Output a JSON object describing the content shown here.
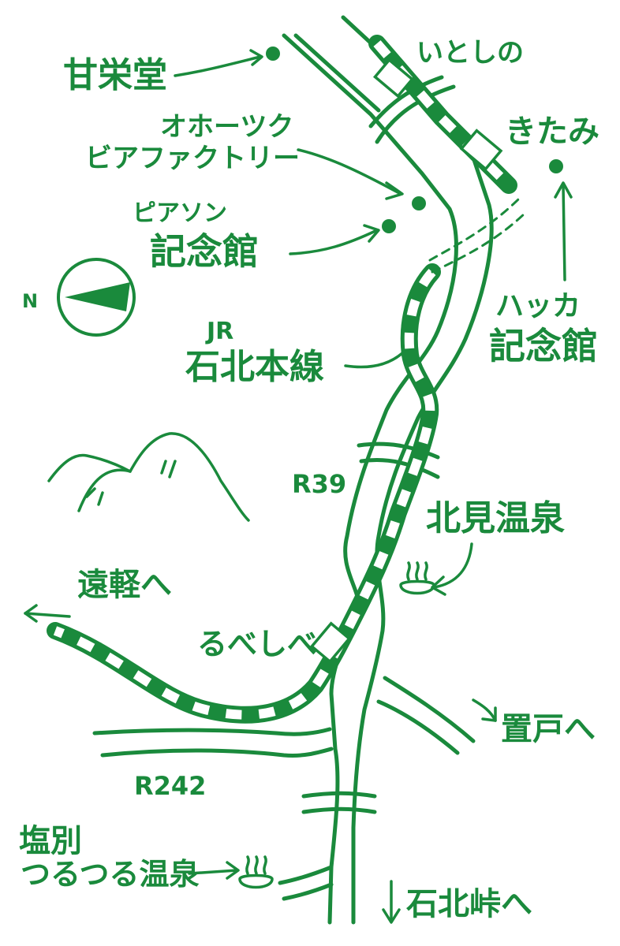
{
  "colors": {
    "ink": "#1a8a3c",
    "paper": "#ffffff"
  },
  "compass": {
    "label": "N"
  },
  "places": {
    "amaeido": "甘栄堂",
    "itoshino": "いとしの",
    "okhotsk_line1": "オホーツク",
    "okhotsk_line2": "ビアファクトリー",
    "kitami": "きたみ",
    "pierson_line1": "ピアソン",
    "pierson_line2": "記念館",
    "hakka_line1": "ハッカ",
    "hakka_line2": "記念館",
    "jr_line1": "JR",
    "jr_line2": "石北本線",
    "kitami_onsen": "北見温泉",
    "rubeshibe": "るべしべ",
    "shiobetsu_line1": "塩別",
    "shiobetsu_line2": "つるつる温泉"
  },
  "routes": {
    "r39": "R39",
    "r242": "R242"
  },
  "directions": {
    "engaru": "遠軽へ",
    "oketo": "置戸へ",
    "sekihoku": "石北峠へ"
  },
  "icons": [
    "compass-icon",
    "onsen-icon",
    "station-icon",
    "mountain-icon"
  ]
}
